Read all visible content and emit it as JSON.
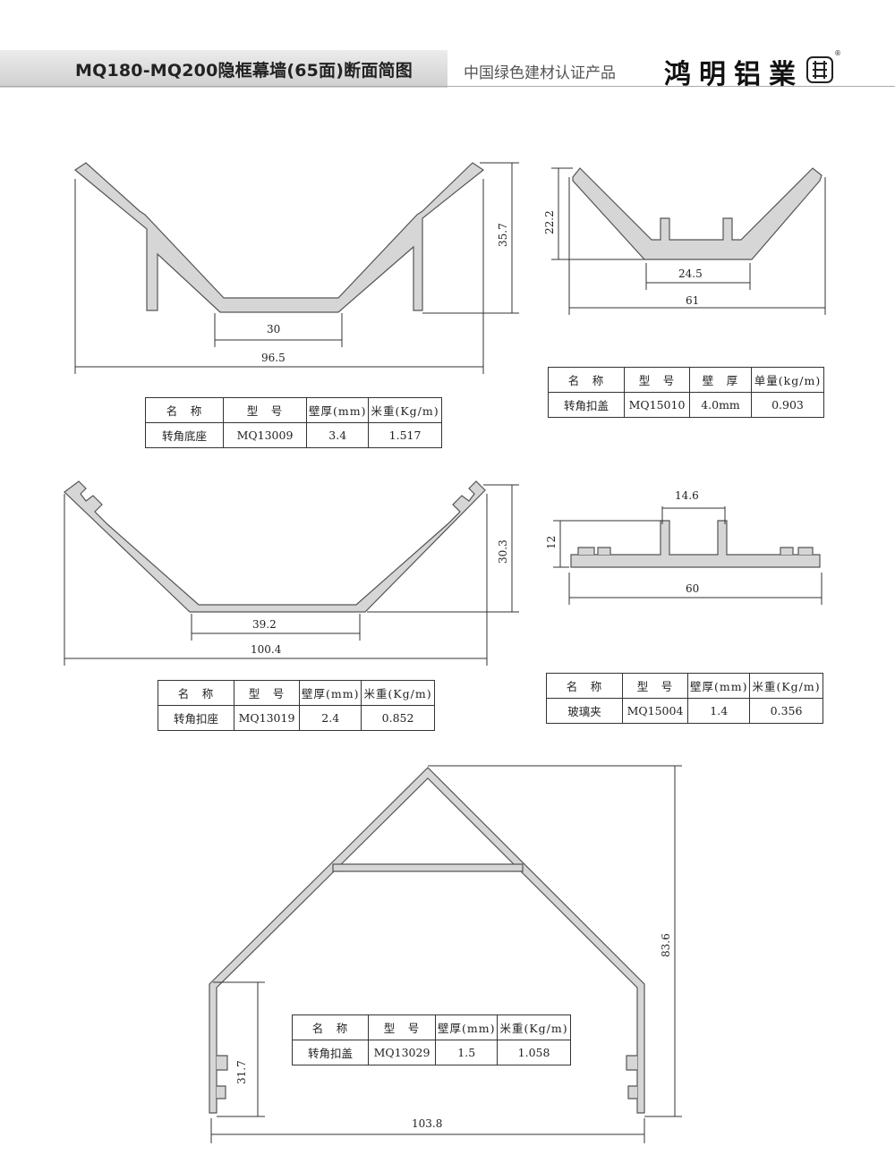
{
  "header": {
    "title": "MQ180-MQ200隐框幕墙(65面)断面简图",
    "subtitle": "中国绿色建材认证产品",
    "brand": "鸿明铝業",
    "registered_mark": "®"
  },
  "profiles": [
    {
      "dims": {
        "width": "96.5",
        "height": "35.7",
        "base": "30"
      },
      "table": {
        "headers": [
          "名　称",
          "型　号",
          "壁厚(mm)",
          "米重(Kg/m)"
        ],
        "row": [
          "转角底座",
          "MQ13009",
          "3.4",
          "1.517"
        ]
      }
    },
    {
      "dims": {
        "width": "61",
        "height": "22.2",
        "base": "24.5"
      },
      "table": {
        "headers": [
          "名　称",
          "型　号",
          "壁　厚",
          "单量(kg/m)"
        ],
        "row": [
          "转角扣盖",
          "MQ15010",
          "4.0mm",
          "0.903"
        ]
      }
    },
    {
      "dims": {
        "width": "100.4",
        "height": "30.3",
        "base": "39.2"
      },
      "table": {
        "headers": [
          "名　称",
          "型　号",
          "壁厚(mm)",
          "米重(Kg/m)"
        ],
        "row": [
          "转角扣座",
          "MQ13019",
          "2.4",
          "0.852"
        ]
      }
    },
    {
      "dims": {
        "width": "60",
        "height": "12",
        "gap": "14.6"
      },
      "table": {
        "headers": [
          "名　称",
          "型　号",
          "壁厚(mm)",
          "米重(Kg/m)"
        ],
        "row": [
          "玻璃夹",
          "MQ15004",
          "1.4",
          "0.356"
        ]
      }
    },
    {
      "dims": {
        "width": "103.8",
        "height": "83.6",
        "side": "31.7"
      },
      "table": {
        "headers": [
          "名　称",
          "型　号",
          "壁厚(mm)",
          "米重(Kg/m)"
        ],
        "row": [
          "转角扣盖",
          "MQ13029",
          "1.5",
          "1.058"
        ]
      }
    }
  ]
}
